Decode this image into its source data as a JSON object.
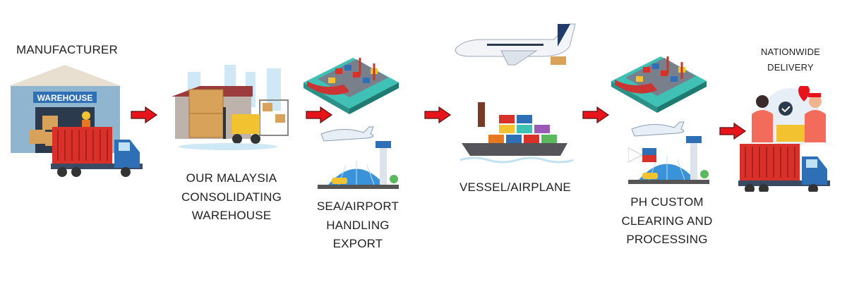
{
  "steps": [
    {
      "label_lines": [
        "MANUFACTURER"
      ],
      "sign": "WAREHOUSE"
    },
    {
      "label_lines": [
        "OUR MALAYSIA",
        "CONSOLIDATING",
        "WAREHOUSE"
      ]
    },
    {
      "label_lines": [
        "SEA/AIRPORT",
        "HANDLING",
        "EXPORT"
      ]
    },
    {
      "label_lines": [
        "VESSEL/AIRPLANE"
      ]
    },
    {
      "label_lines": [
        "PH CUSTOM",
        "CLEARING AND",
        "PROCESSING"
      ]
    },
    {
      "label_lines": [
        "NATIONWIDE",
        "DELIVERY"
      ]
    }
  ],
  "colors": {
    "arrow": "#e8141b",
    "container": "#d9302a",
    "truck": "#2f6fb5",
    "sea": "#3fc1b5",
    "sky": "#cfe8f5"
  }
}
